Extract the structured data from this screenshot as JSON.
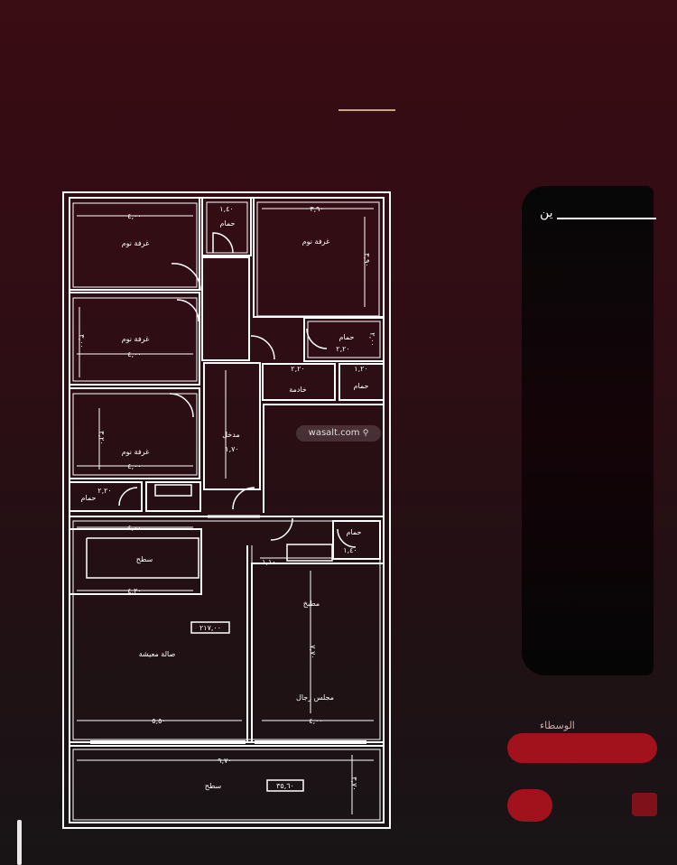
{
  "panel": {
    "title": "ين",
    "button_caption": "الوسطاء"
  },
  "watermark": {
    "text": "wasalt.com"
  },
  "plan": {
    "dimensions": {
      "room1_top": "٤,٠٠",
      "bath1_top": "١,٤٠",
      "bedroom_right_top": "٣,٩٠",
      "bedroom_right_side": "٣,٩٠",
      "room2_bottom": "٤,٠٠",
      "room2_side": "٣,٠٠",
      "bath2_side": "٢,٠٠",
      "bath2_bottom": "٢,٢٠",
      "maid_top": "٢,٢٠",
      "bath3_top": "١,٢٠",
      "room3_side": "٣,٢٠",
      "room3_bottom": "٤,٠٠",
      "entrance": "١,٧٠",
      "bath4_top": "٢,٢٠",
      "corridor_top": "٤,٠٠",
      "courtyard_bottom": "٤,٢٠",
      "bath5_side": "١,٤٠",
      "kitchen_left": "١,١٠",
      "living_bottom": "٥,٥٠",
      "majlis_side": "٧,٧٠",
      "majlis_bottom": "٤,٠٠",
      "total_width": "٩,٧٠",
      "roof_side": "٣,٧٠"
    },
    "labels": {
      "bedroom_1": "غرفة نوم",
      "bedroom_2": "غرفة نوم",
      "bedroom_3": "غرفة نوم",
      "bedroom_4": "غرفة نوم",
      "bath_1": "حمام",
      "bath_2": "حمام",
      "bath_3": "حمام",
      "bath_4": "حمام",
      "bath_5": "حمام",
      "maid_room": "خادمة",
      "entrance": "مدخل",
      "courtyard": "سطح",
      "living_hall": "صالة معيشة",
      "kitchen": "مطبخ",
      "majlis": "مجلس رجال",
      "roof": "سطح",
      "area_living": "٢١٧,٠٠",
      "area_roof": "٣٥,٦٠"
    }
  }
}
